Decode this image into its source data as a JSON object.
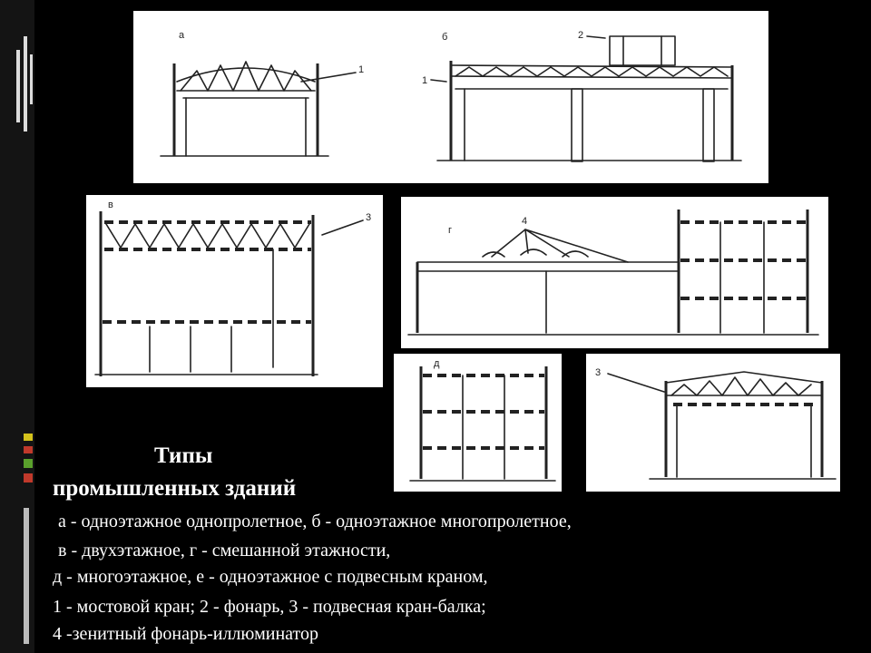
{
  "colors": {
    "background": "#000000",
    "panel": "#ffffff",
    "text": "#ffffff",
    "accent_green": "#5aa02c",
    "accent_red": "#c0392b",
    "accent_yellow": "#d4c21c"
  },
  "title": {
    "line1": "Типы",
    "line2": "промышленных зданий"
  },
  "caption": [
    "а - одноэтажное однопролетное, б - одноэтажное многопролетное,",
    "в - двухэтажное, г - смешанной этажности,",
    "д - многоэтажное, е - одноэтажное с подвесным краном,",
    "1 - мостовой кран; 2 - фонарь, 3 - подвесная кран-балка;",
    "4 -зенитный фонарь-иллюминатор"
  ],
  "drawings": {
    "a": {
      "letter": "а",
      "callouts": [
        "1"
      ]
    },
    "b": {
      "letter": "б",
      "callouts": [
        "2",
        "1"
      ]
    },
    "v": {
      "letter": "в",
      "callouts": [
        "3"
      ]
    },
    "g": {
      "letter": "г",
      "callouts": [
        "4"
      ]
    },
    "d": {
      "letter": "д",
      "callouts": []
    },
    "e": {
      "letter": "",
      "callouts": [
        "3"
      ]
    }
  }
}
